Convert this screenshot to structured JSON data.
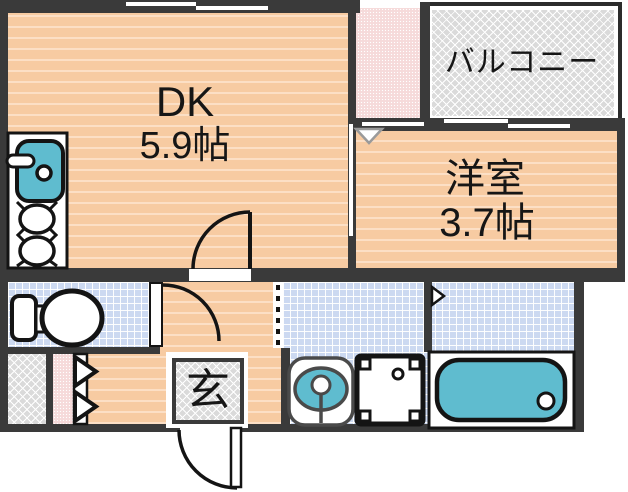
{
  "plan": {
    "rooms": {
      "dk": {
        "label": "DK",
        "size": "5.9帖"
      },
      "western_room": {
        "label": "洋室",
        "size": "3.7帖"
      },
      "balcony": {
        "label": "バルコニー"
      },
      "entrance": {
        "label": "玄"
      }
    },
    "fixtures": [
      "kitchen-sink",
      "gas-stove",
      "toilet",
      "washbasin",
      "washing-machine",
      "bathtub"
    ],
    "colors": {
      "wall": "#3a3a3a",
      "floor-orange": "#f7cba2",
      "floor-stripe": "#fcdfc5",
      "tile-blue": "#ccd9f1",
      "hatch-gray": "#dadada",
      "pink": "#f6dada",
      "teal": "#5fbccf",
      "line": "#161616"
    }
  }
}
